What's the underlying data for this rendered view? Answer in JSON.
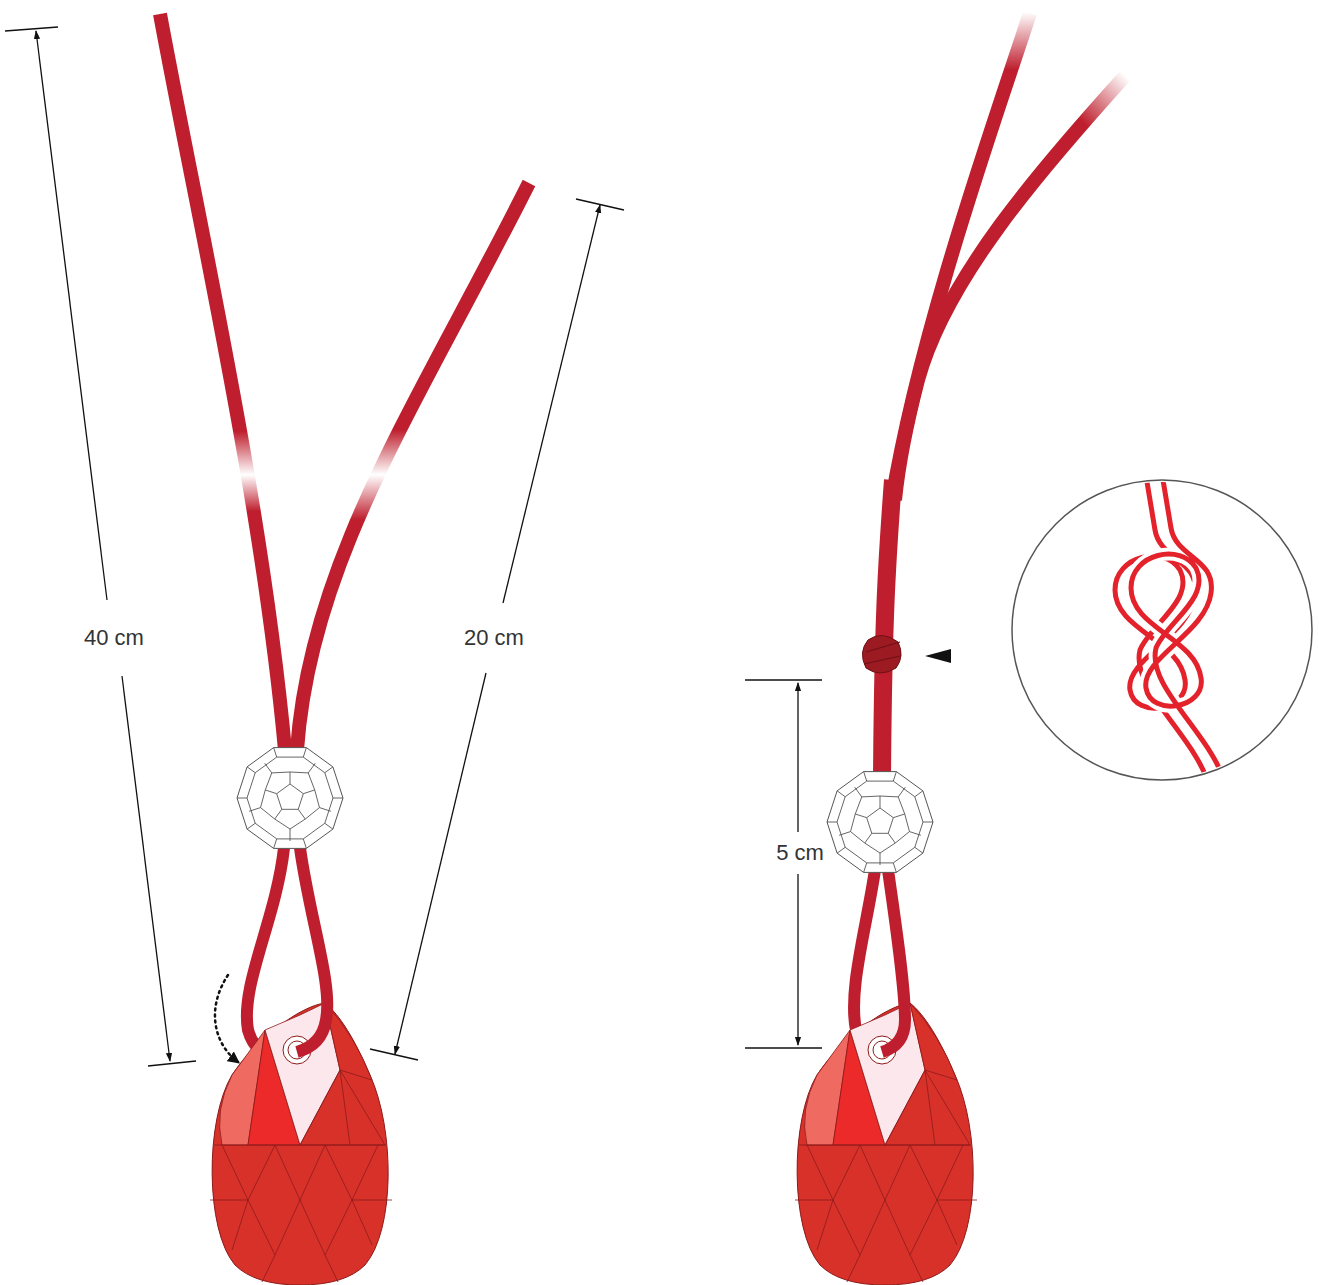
{
  "diagram": {
    "labels": [
      "40 cm",
      "20 cm",
      "5 cm"
    ]
  }
}
